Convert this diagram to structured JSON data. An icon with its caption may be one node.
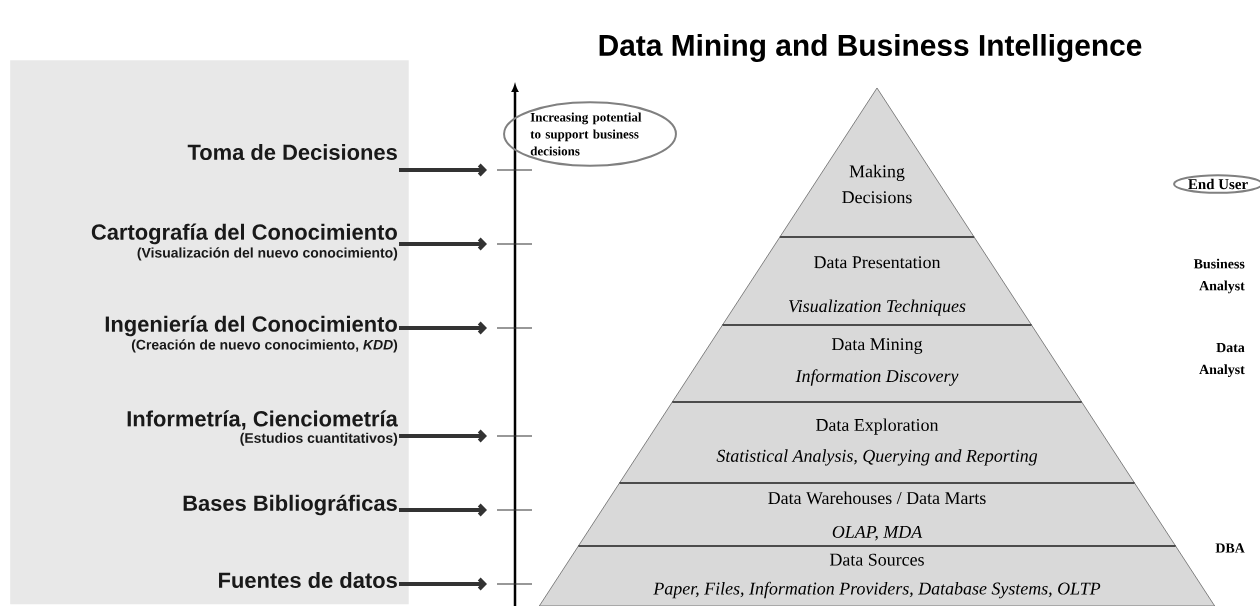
{
  "diagram": {
    "title": "Data Mining and Business Intelligence",
    "nodes": [
      {
        "text": [],
        "shape": "box"
      },
      {
        "text": [
          "Toma de Decisiones"
        ],
        "in": 0
      },
      {
        "text": [
          "Cartografía del Conocimiento",
          "(Visualización del nuevo conocimiento)"
        ],
        "in": 0
      },
      {
        "text": [
          "Ingeniería del Conocimiento",
          "(Creación de nuevo conocimiento, *KDD*)"
        ],
        "in": 0
      },
      {
        "text": [
          "Informetría, Cienciometría",
          "(Estudios cuantitativos)"
        ],
        "in": 0
      },
      {
        "text": [
          "Bases Bibliográficas"
        ],
        "in": 0
      },
      {
        "text": [
          "Fuentes de datos"
        ],
        "in": 0
      },
      {
        "text": [
          "Increasing potential to support business decisions"
        ]
      },
      {
        "text": [
          "Making Decisions"
        ]
      },
      {
        "text": [
          "Data Presentation",
          "Visualization Techniques"
        ]
      },
      {
        "text": [
          "Data Mining",
          "Information Discovery"
        ]
      },
      {
        "text": [
          "Data Exploration",
          "Statistical Analysis, Querying and Reporting"
        ]
      },
      {
        "text": [
          "Data Warehouses / Data Marts",
          "OLAP, MDA"
        ]
      },
      {
        "text": [
          "Data Sources",
          "Paper, Files, Information Providers, Database Systems, OLTP"
        ]
      },
      {
        "text": [
          "End User"
        ]
      }
    ],
    "edges": [
      {
        "from": 1,
        "to": null,
        "arrow": "to"
      },
      {
        "from": 2,
        "to": null,
        "arrow": "to"
      },
      {
        "from": 3,
        "to": null,
        "arrow": "to"
      },
      {
        "from": 4,
        "to": null,
        "arrow": "to"
      },
      {
        "from": 5,
        "to": null,
        "arrow": "to"
      },
      {
        "from": 6,
        "to": null,
        "arrow": "to"
      }
    ],
    "labels": [
      "Business Analyst",
      "Data Analyst",
      "DBA"
    ]
  }
}
